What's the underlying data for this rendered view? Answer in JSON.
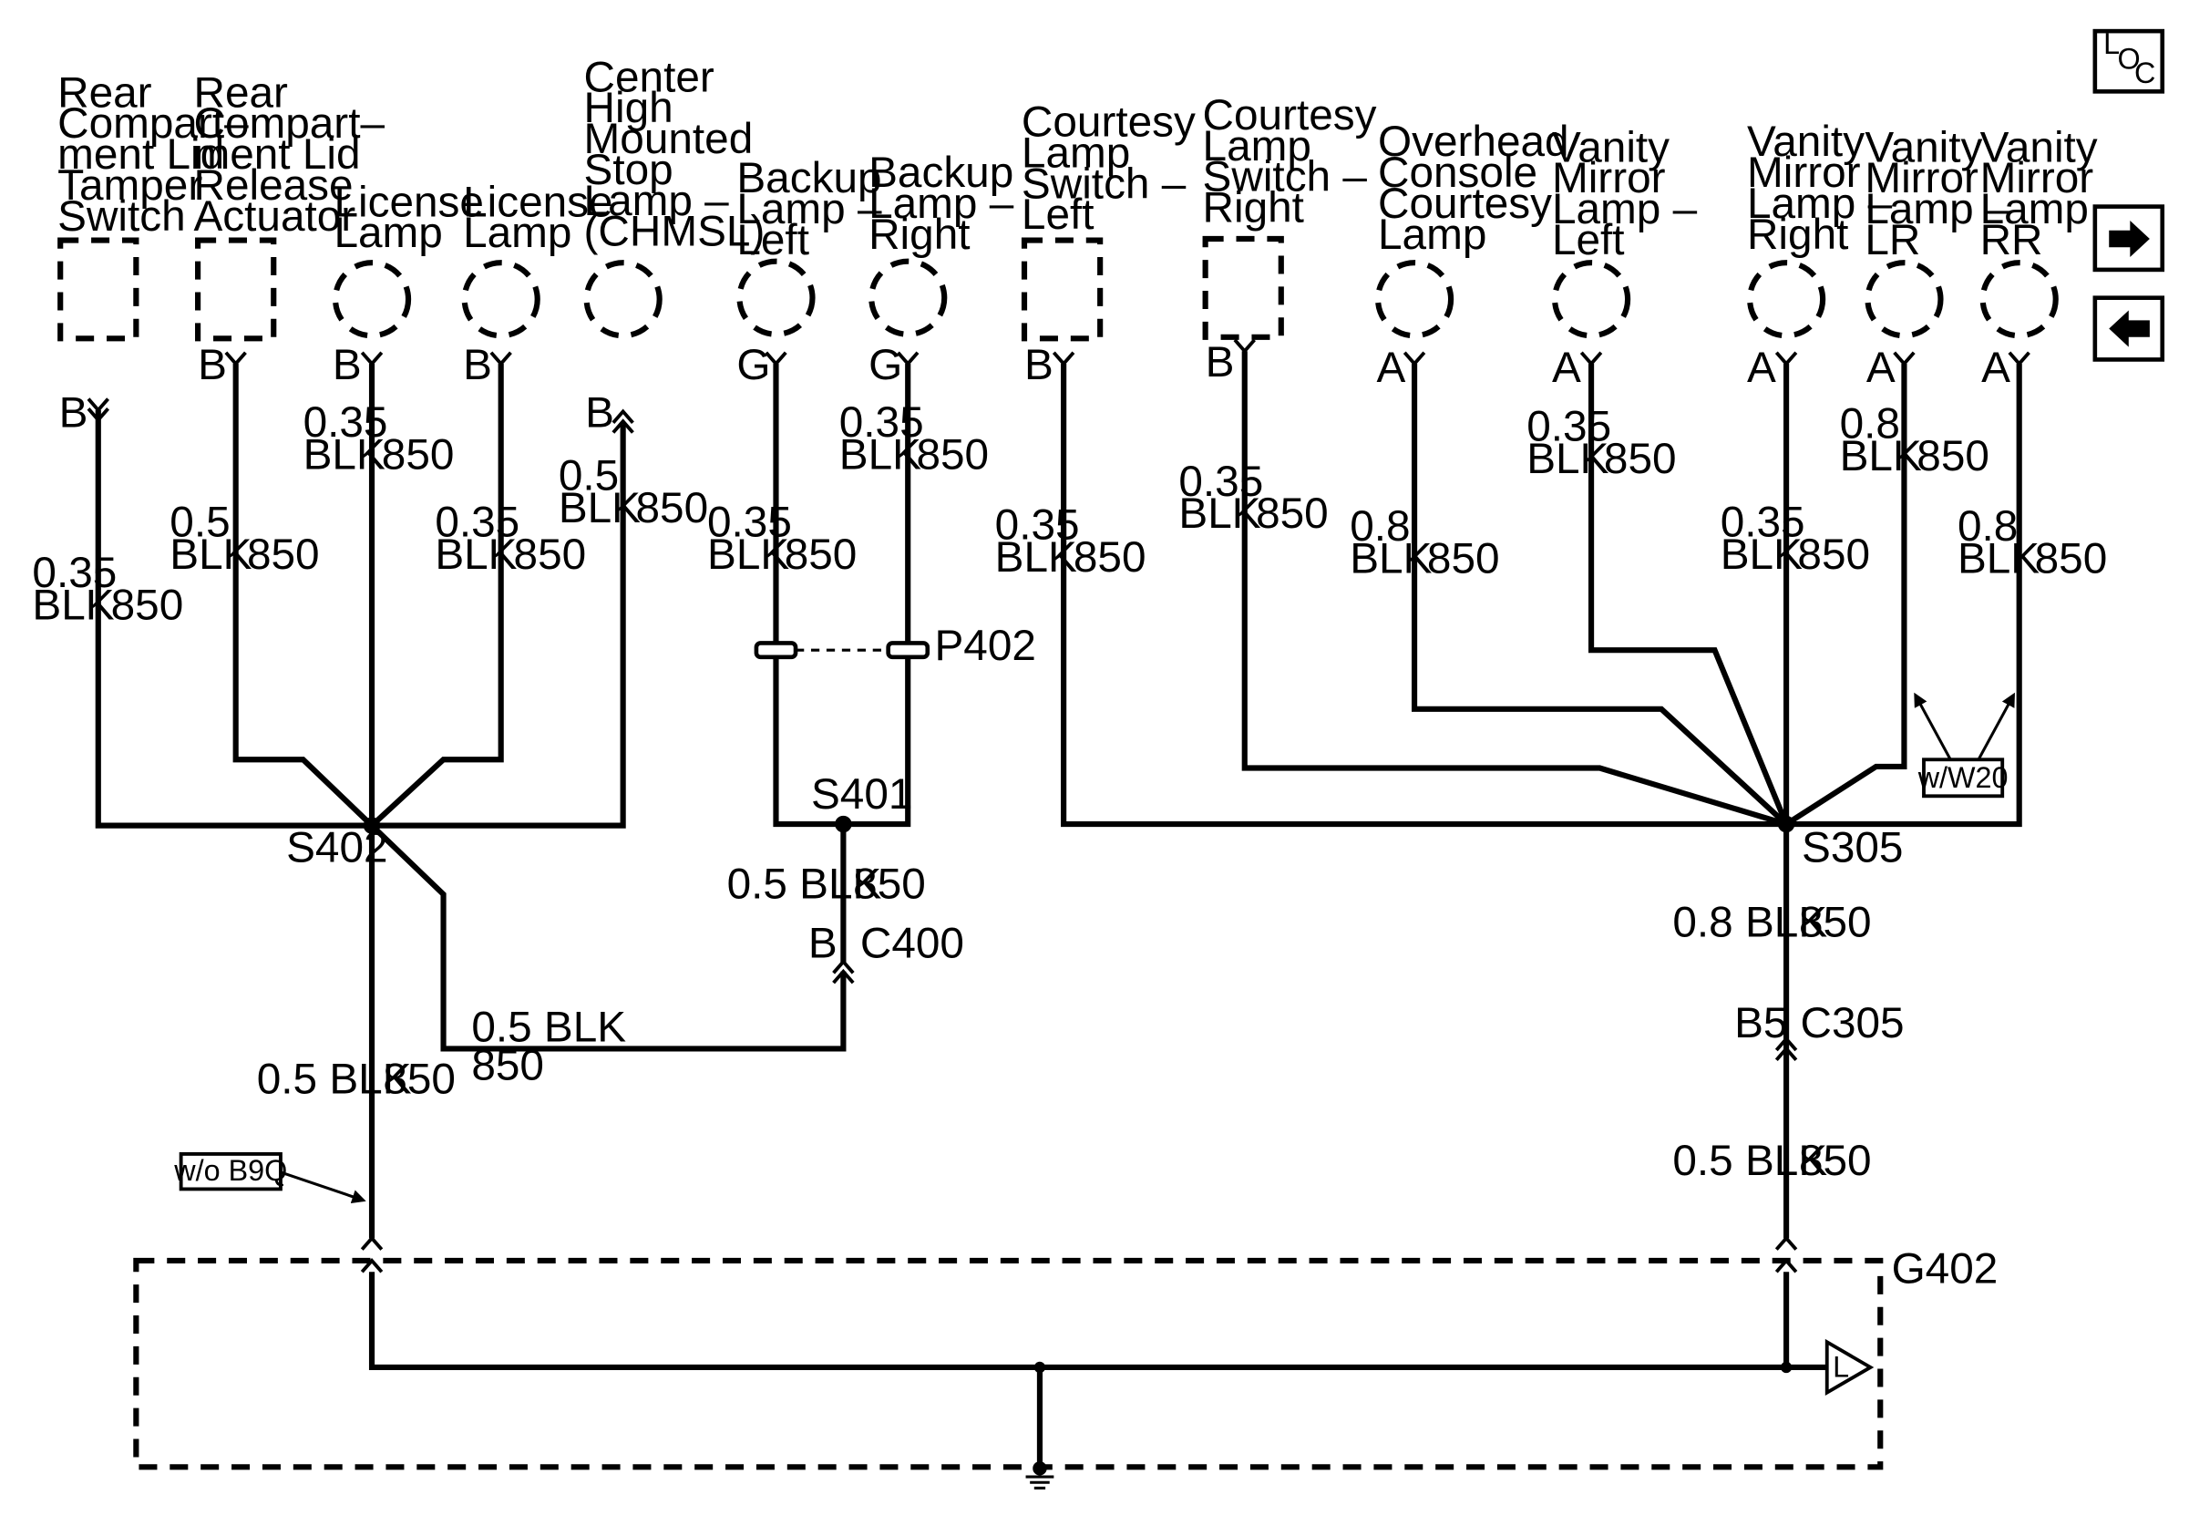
{
  "loc_icon": {
    "l": "L",
    "o": "O",
    "c": "C"
  },
  "components": {
    "rear_lid_tamper": [
      "Rear",
      "Compart–",
      "ment Lid",
      "Tamper",
      "Switch"
    ],
    "rear_lid_release": [
      "Rear",
      "Compart–",
      "ment Lid",
      "Release",
      "Actuator"
    ],
    "license_lamp_1": [
      "License",
      "Lamp"
    ],
    "license_lamp_2": [
      "License",
      "Lamp"
    ],
    "chmsl": [
      "Center",
      "High",
      "Mounted",
      "Stop",
      "Lamp –",
      "(CHMSL)"
    ],
    "backup_left": [
      "Backup",
      "Lamp –",
      "Left"
    ],
    "backup_right": [
      "Backup",
      "Lamp –",
      "Right"
    ],
    "courtesy_switch_left": [
      "Courtesy",
      "Lamp",
      "Switch –",
      "Left"
    ],
    "courtesy_switch_right": [
      "Courtesy",
      "Lamp",
      "Switch –",
      "Right"
    ],
    "overhead_console": [
      "Overhead",
      "Console",
      "Courtesy",
      "Lamp"
    ],
    "vanity_left": [
      "Vanity",
      "Mirror",
      "Lamp –",
      "Left"
    ],
    "vanity_right": [
      "Vanity",
      "Mirror",
      "Lamp –",
      "Right"
    ],
    "vanity_lr": [
      "Vanity",
      "Mirror",
      "Lamp –",
      "LR"
    ],
    "vanity_rr": [
      "Vanity",
      "Mirror",
      "Lamp –",
      "RR"
    ]
  },
  "pins": {
    "rear_lid_tamper": "B",
    "rear_lid_release": "B",
    "license_lamp_1": "B",
    "license_lamp_2": "B",
    "chmsl": "B",
    "backup_left": "G",
    "backup_right": "G",
    "courtesy_switch_left": "B",
    "courtesy_switch_right": "B",
    "overhead_console": "A",
    "vanity_left": "A",
    "vanity_right": "A",
    "vanity_lr": "A",
    "vanity_rr": "A",
    "c400": "B",
    "c305": "B5"
  },
  "wires": {
    "rear_lid_tamper": {
      "size": "0.35",
      "color": "BLK",
      "circuit": "850"
    },
    "rear_lid_release": {
      "size": "0.5",
      "color": "BLK",
      "circuit": "850"
    },
    "license_lamp_1": {
      "size": "0.35",
      "color": "BLK",
      "circuit": "850"
    },
    "license_lamp_2": {
      "size": "0.35",
      "color": "BLK",
      "circuit": "850"
    },
    "chmsl": {
      "size": "0.5",
      "color": "BLK",
      "circuit": "850"
    },
    "backup_left": {
      "size": "0.35",
      "color": "BLK",
      "circuit": "850"
    },
    "backup_right": {
      "size": "0.35",
      "color": "BLK",
      "circuit": "850"
    },
    "courtesy_switch_left": {
      "size": "0.35",
      "color": "BLK",
      "circuit": "850"
    },
    "courtesy_switch_right": {
      "size": "0.35",
      "color": "BLK",
      "circuit": "850"
    },
    "overhead_console": {
      "size": "0.8",
      "color": "BLK",
      "circuit": "850"
    },
    "vanity_left": {
      "size": "0.35",
      "color": "BLK",
      "circuit": "850"
    },
    "vanity_right": {
      "size": "0.35",
      "color": "BLK",
      "circuit": "850"
    },
    "vanity_lr": {
      "size": "0.8",
      "color": "BLK",
      "circuit": "850"
    },
    "vanity_rr": {
      "size": "0.8",
      "color": "BLK",
      "circuit": "850"
    },
    "s401_down": {
      "label": "0.5 BLK",
      "circuit": "850"
    },
    "s402_to_c400": {
      "label": "0.5 BLK",
      "circuit": "850"
    },
    "s402_down": {
      "label": "0.5 BLK",
      "circuit": "850"
    },
    "s305_down": {
      "label": "0.8 BLK",
      "circuit": "850"
    },
    "c305_down": {
      "label": "0.5 BLK",
      "circuit": "850"
    }
  },
  "splices": {
    "s402": "S402",
    "s401": "S401",
    "s305": "S305"
  },
  "connectors": {
    "p402": "P402",
    "c400": "C400",
    "c305": "C305"
  },
  "ground": {
    "g402": "G402",
    "l_symbol": "L"
  },
  "options": {
    "w_o_b9q": "w/o B9Q",
    "w_w20": "w/W20"
  }
}
